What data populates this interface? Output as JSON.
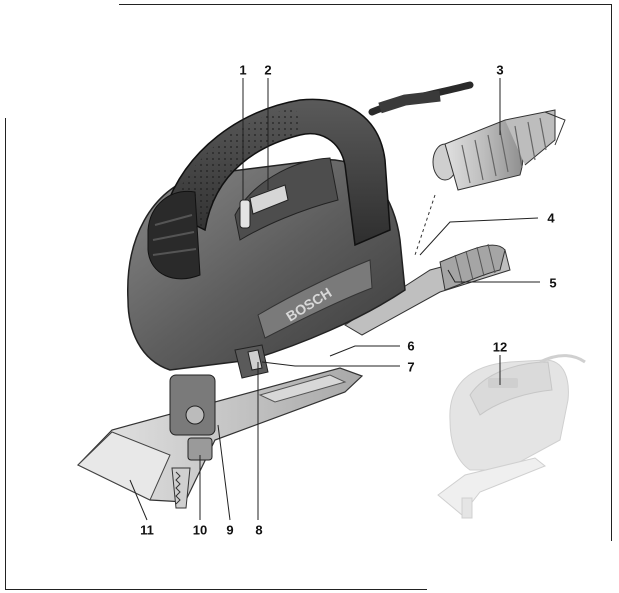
{
  "diagram": {
    "brand_label": "BOSCH",
    "callouts": [
      {
        "id": "c1",
        "text": "1"
      },
      {
        "id": "c2",
        "text": "2"
      },
      {
        "id": "c3",
        "text": "3"
      },
      {
        "id": "c4",
        "text": "4"
      },
      {
        "id": "c5",
        "text": "5"
      },
      {
        "id": "c6",
        "text": "6"
      },
      {
        "id": "c7",
        "text": "7"
      },
      {
        "id": "c8",
        "text": "8"
      },
      {
        "id": "c9",
        "text": "9"
      },
      {
        "id": "c10",
        "text": "10"
      },
      {
        "id": "c11",
        "text": "11"
      },
      {
        "id": "c12",
        "text": "12"
      }
    ],
    "colors": {
      "housing_dark": "#3c3c3c",
      "housing_mid": "#6a6a6a",
      "housing_light": "#9a9a9a",
      "grip": "#2a2a2a",
      "metal": "#c9c9c9",
      "ghost": "#d4d4d4"
    }
  }
}
